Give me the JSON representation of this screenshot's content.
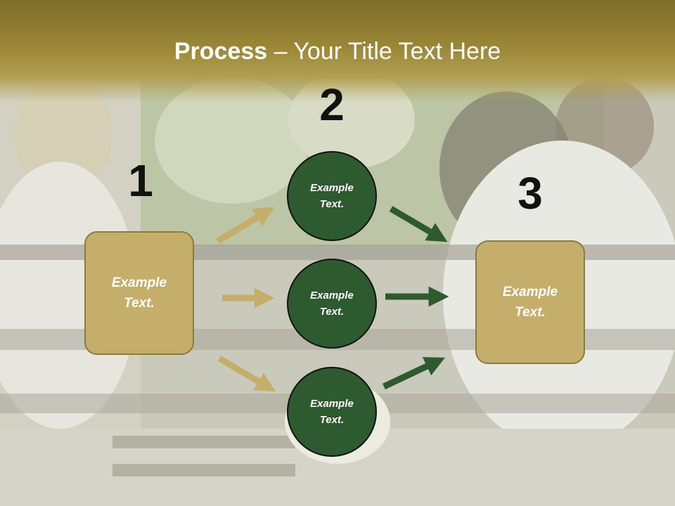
{
  "title": {
    "bold": "Process",
    "rest": " – Your Title Text Here"
  },
  "steps": {
    "one": "1",
    "two": "2",
    "three": "3"
  },
  "left_box": {
    "text": "Example Text."
  },
  "circles": [
    {
      "text": "Example Text."
    },
    {
      "text": "Example Text."
    },
    {
      "text": "Example Text."
    }
  ],
  "right_box": {
    "text": "Example Text."
  },
  "colors": {
    "gold": "#c4ae6a",
    "green": "#2d5a2f",
    "title_band": "#9a8636"
  }
}
